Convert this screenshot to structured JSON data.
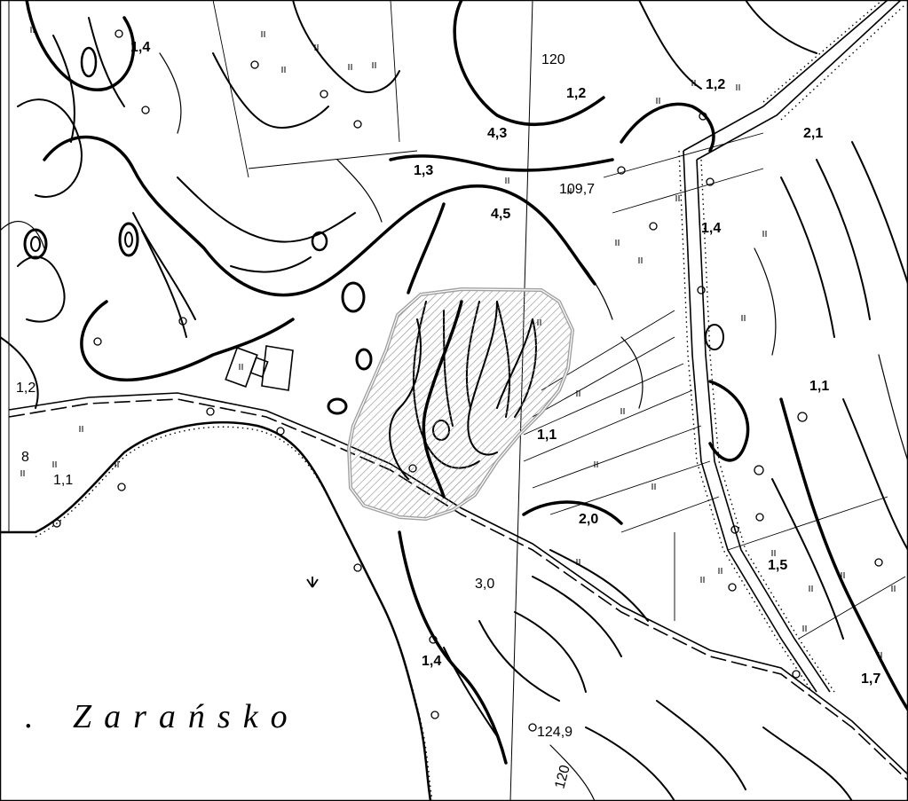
{
  "map": {
    "lake_name": "Zarańsko",
    "lake_name_prefix": ".",
    "colors": {
      "background": "#ffffff",
      "ink": "#000000",
      "lake": "#ffffff",
      "highlight_outline": "#a0a0a0",
      "highlight_hatch": "#8a8a8a"
    },
    "spot_heights": {
      "h120_top": "120",
      "h109_7": "109,7",
      "h124_9": "124,9",
      "h120_bottom": "120",
      "h3_0": "3,0"
    },
    "depth_labels": {
      "d1_4_top": "1,4",
      "d1_2_right": "1,2",
      "d1_2_upper": "1,2",
      "d4_3": "4,3",
      "d1_3": "1,3",
      "d4_5": "4,5",
      "d2_1": "2,1",
      "d1_4_right": "1,4",
      "d1_1_right": "1,1",
      "d1_1_center": "1,1",
      "d2_0": "2,0",
      "d1_5": "1,5",
      "d1_7": "1,7",
      "d1_4_lower": "1,4",
      "d1_2_left": "1,2",
      "d1_1_left": "1,1",
      "d1_8_left": "8"
    },
    "symbols": {
      "marsh_icon": "marsh-grass-icon",
      "reed_icon": "reed-icon",
      "tree_icon": "tree-symbol-icon"
    }
  }
}
